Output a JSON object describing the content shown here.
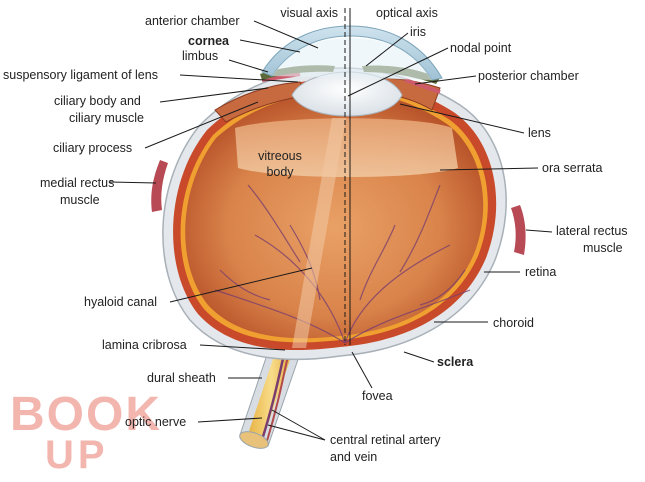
{
  "labels": {
    "visual_axis": "visual axis",
    "optical_axis": "optical axis",
    "anterior_chamber": "anterior chamber",
    "cornea": "cornea",
    "iris": "iris",
    "nodal_point": "nodal point",
    "limbus": "limbus",
    "suspensory_ligament": "suspensory ligament of lens",
    "posterior_chamber": "posterior chamber",
    "ciliary_body_1": "ciliary body and",
    "ciliary_body_2": "ciliary muscle",
    "lens": "lens",
    "ciliary_process": "ciliary process",
    "vitreous_1": "vitreous",
    "vitreous_2": "body",
    "ora_serrata": "ora serrata",
    "medial_rectus_1": "medial rectus",
    "medial_rectus_2": "muscle",
    "lateral_rectus_1": "lateral rectus",
    "lateral_rectus_2": "muscle",
    "retina": "retina",
    "hyaloid_canal": "hyaloid canal",
    "choroid": "choroid",
    "lamina_cribrosa": "lamina cribrosa",
    "sclera": "sclera",
    "dural_sheath": "dural sheath",
    "fovea": "fovea",
    "optic_nerve": "optic nerve",
    "central_retinal_1": "central retinal artery",
    "central_retinal_2": "and vein"
  },
  "watermark": {
    "line1": "BOOK",
    "line2": "UP"
  },
  "colors": {
    "vitreous": "#d9834a",
    "choroid": "#c84a2a",
    "sclera": "#e2e6ea",
    "lens": "#f4f6f8",
    "nerve": "#f2c865",
    "vessel": "#7a3e6e",
    "watermark": "#f0a49c"
  }
}
